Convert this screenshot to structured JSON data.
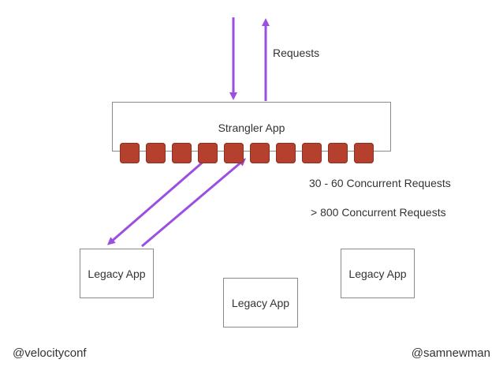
{
  "diagram": {
    "requests_label": "Requests",
    "strangler_app_label": "Strangler App",
    "concurrent_requests_label": "30 - 60 Concurrent Requests",
    "over_concurrent_label": "> 800 Concurrent Requests",
    "legacy_apps": [
      "Legacy App",
      "Legacy App",
      "Legacy App"
    ],
    "connection_pool_count": 10,
    "arrow_color": "#9b4fe0",
    "connection_color": "#b5402d"
  },
  "footer": {
    "left_handle": "@velocityconf",
    "right_handle": "@samnewman"
  }
}
